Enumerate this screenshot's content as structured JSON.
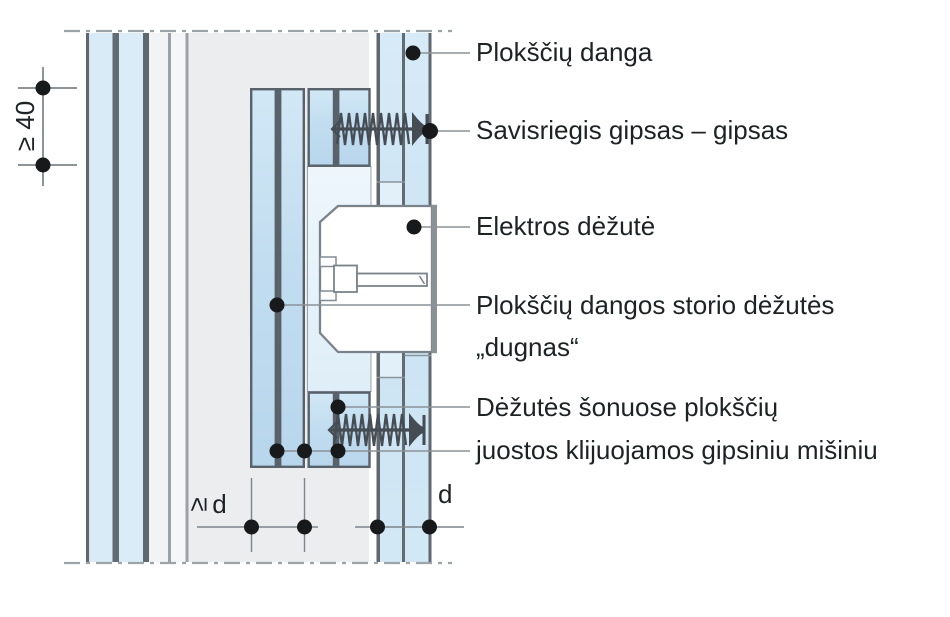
{
  "figure": {
    "type": "construction-detail-section",
    "subject": "Electrical box installation in plasterboard wall lining"
  },
  "callouts": [
    {
      "text": "Plokščių danga"
    },
    {
      "text": "Savisriegis gipsas – gipsas"
    },
    {
      "text": "Elektros dėžutė"
    },
    {
      "text": "Plokščių dangos storio dėžutės"
    },
    {
      "text": "„dugnas“"
    },
    {
      "text": "Dėžutės šonuose plokščių"
    },
    {
      "text": "juostos klijuojamos gipsiniu mišiniu"
    }
  ],
  "dimensions": {
    "height_min": "≥ 40",
    "offset_symbol": "≥",
    "offset_letter": "d",
    "thickness_letter": "d"
  },
  "colors": {
    "board_blue": "#c7e1f2",
    "board_blue_light": "#d9ebf7",
    "backing_light_blue": "#e7f2fa",
    "cavity_gray": "#ebedef",
    "white_band": "#f2f3f5",
    "dark_edge_line": "#5d656d",
    "medium_line": "#8b9298",
    "dash_line": "#9ca3a9",
    "leader_dot": "#17191b",
    "screw": "#454c53",
    "box_fill": "#ffffff",
    "text": "#1f2224"
  }
}
